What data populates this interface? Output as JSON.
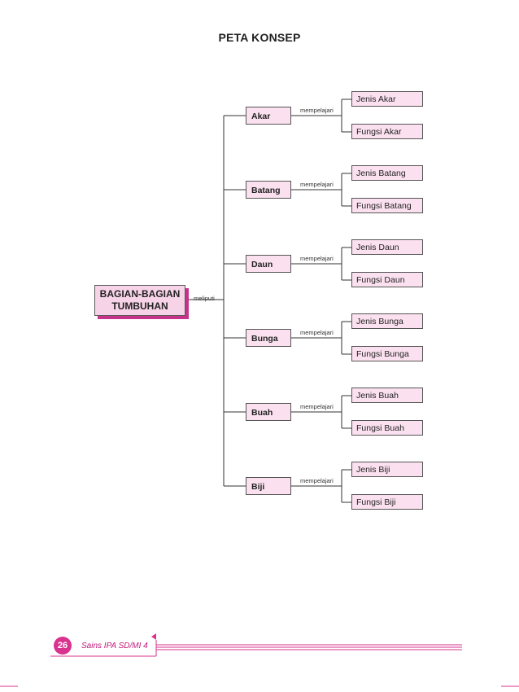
{
  "title": "PETA KONSEP",
  "root": {
    "line1": "BAGIAN-BAGIAN",
    "line2": "TUMBUHAN"
  },
  "root_link": "meliputi",
  "branch_link": "mempelajari",
  "parts": [
    {
      "name": "Akar",
      "jenis": "Jenis Akar",
      "fungsi": "Fungsi Akar"
    },
    {
      "name": "Batang",
      "jenis": "Jenis Batang",
      "fungsi": "Fungsi Batang"
    },
    {
      "name": "Daun",
      "jenis": "Jenis Daun",
      "fungsi": "Fungsi Daun"
    },
    {
      "name": "Bunga",
      "jenis": "Jenis Bunga",
      "fungsi": "Fungsi Bunga"
    },
    {
      "name": "Buah",
      "jenis": "Jenis Buah",
      "fungsi": "Fungsi Buah"
    },
    {
      "name": "Biji",
      "jenis": "Jenis Biji",
      "fungsi": "Fungsi Biji"
    }
  ],
  "footer": {
    "page_number": "26",
    "book_title": "Sains IPA SD/MI 4"
  },
  "colors": {
    "accent": "#d7338f",
    "box_fill": "#fbe1ef",
    "root_fill": "#f7d3e8",
    "root_shadow": "#c7338a"
  }
}
